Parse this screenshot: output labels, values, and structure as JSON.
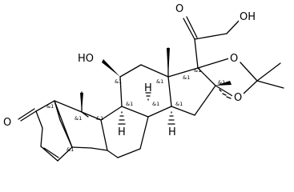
{
  "structure": {
    "atom_labels": {
      "oh_top": "OH",
      "o_ketone_top": "O",
      "ho_left": "HO",
      "o_ring_upper": "O",
      "o_ring_lower": "O",
      "o_ketone_left": "O",
      "h_1": "H",
      "h_2": "H",
      "h_3": "H"
    },
    "stereo_label": "&1"
  },
  "colors": {
    "bond": "#000000",
    "background": "#ffffff"
  }
}
